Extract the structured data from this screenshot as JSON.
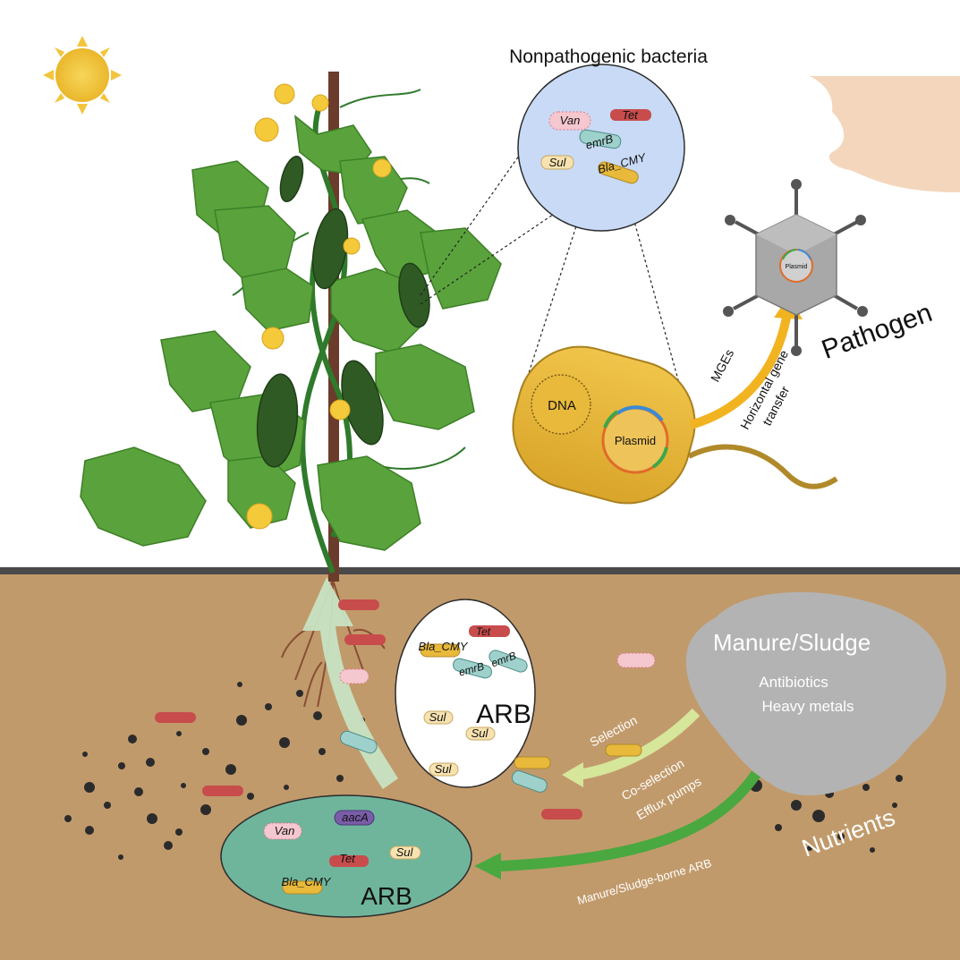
{
  "top": {
    "nonpathogenic_title": "Nonpathogenic bacteria",
    "pathogen_label": "Pathogen",
    "mges_label": "MGEs",
    "hgt_line1": "Horizontal gene",
    "hgt_line2": "transfer",
    "dna_label": "DNA",
    "plasmid_label": "Plasmid",
    "phage_plasmid_label": "Plasmid",
    "circle_genes": {
      "van": "Van",
      "tet": "Tet",
      "emrb": "emrB",
      "sul": "Sul",
      "bla": "Bla_CMY"
    }
  },
  "soil": {
    "manure_title": "Manure/Sludge",
    "antibiotics": "Antibiotics",
    "heavy_metals": "Heavy metals",
    "nutrients": "Nutrients",
    "selection": "Selection",
    "coselection": "Co-selection",
    "efflux": "Efflux pumps",
    "manure_borne": "Manure/Sludge-borne ARB",
    "white_arb": "ARB",
    "white_genes": {
      "tet": "Tet",
      "bla": "Bla_CMY",
      "emrb1": "emrB",
      "emrb2": "emrB",
      "sul1": "Sul",
      "sul2": "Sul",
      "sul3": "Sul"
    },
    "green_arb": "ARB",
    "green_genes": {
      "van": "Van",
      "aaca": "aacA",
      "tet": "Tet",
      "sul": "Sul",
      "bla": "Bla_CMY"
    }
  },
  "colors": {
    "soil": "#c19a6b",
    "ground_line": "#4a4a4a",
    "sun": "#f2c53d",
    "blue_circle": "#c8daf5",
    "green_circle": "#6fb59c",
    "manure": "#b3b3b3",
    "bacterium_body": "#e8b93a",
    "hgt_arrow": "#f2b320",
    "selection_arrow": "#d6e69a",
    "manure_arrow": "#4aa840",
    "uptake_arrow": "#c7e3c3",
    "leaf": "#5aa33c",
    "stem": "#2f7a2b",
    "stake": "#6b3b2b"
  }
}
